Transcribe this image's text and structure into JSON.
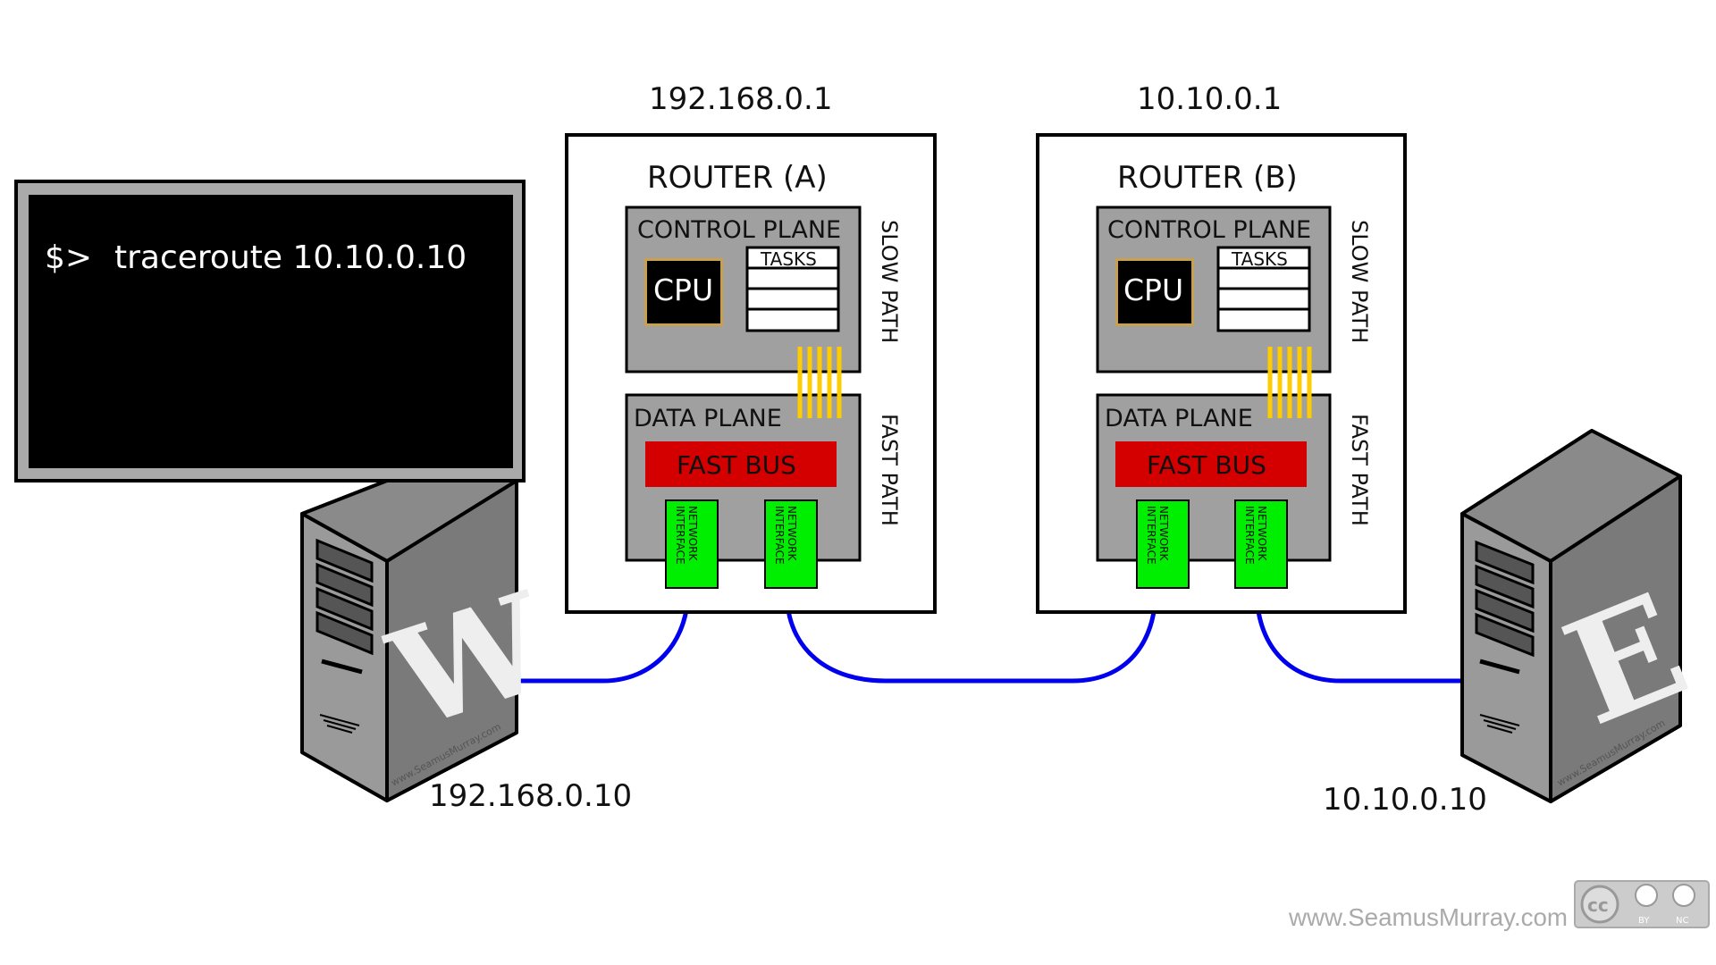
{
  "terminal": {
    "prompt": "$>",
    "command": "traceroute 10.10.0.10"
  },
  "router_a": {
    "ip": "192.168.0.1",
    "title": "ROUTER (A)",
    "control_plane": "CONTROL PLANE",
    "cpu": "CPU",
    "tasks": "TASKS",
    "data_plane": "DATA PLANE",
    "fast_bus": "FAST BUS",
    "nic_line1": "NETWORK",
    "nic_line2": "INTERFACE",
    "slow_path": "SLOW PATH",
    "fast_path": "FAST PATH"
  },
  "router_b": {
    "ip": "10.10.0.1",
    "title": "ROUTER (B)",
    "control_plane": "CONTROL PLANE",
    "cpu": "CPU",
    "tasks": "TASKS",
    "data_plane": "DATA PLANE",
    "fast_bus": "FAST BUS",
    "nic_line1": "NETWORK",
    "nic_line2": "INTERFACE",
    "slow_path": "SLOW PATH",
    "fast_path": "FAST PATH"
  },
  "host_w": {
    "letter": "W",
    "ip": "192.168.0.10",
    "watermark": "www.SeamusMurray.com"
  },
  "host_e": {
    "letter": "E",
    "ip": "10.10.0.10",
    "watermark": "www.SeamusMurray.com"
  },
  "credit": "www.SeamusMurray.com",
  "license": {
    "cc": "cc",
    "by": "BY",
    "nc": "NC"
  },
  "colors": {
    "cable": "#0000ee",
    "fast_bus": "#d40000",
    "nic": "#00ee00",
    "bus_lines": "#ffcc00",
    "plane_fill": "#a0a0a0"
  }
}
